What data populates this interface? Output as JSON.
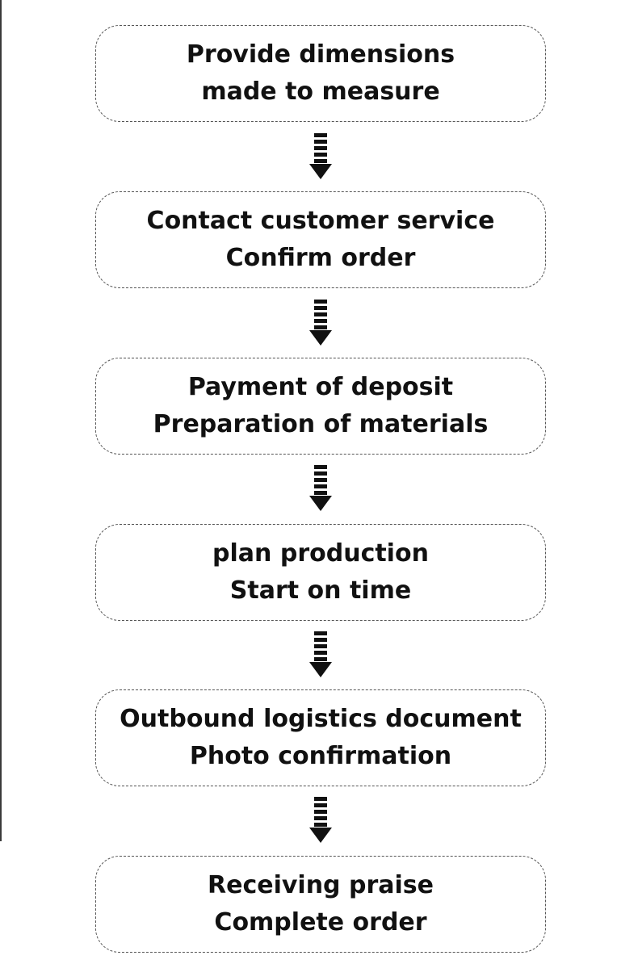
{
  "steps": [
    {
      "line1": "Provide dimensions",
      "line2": "made to measure"
    },
    {
      "line1": "Contact customer service",
      "line2": "Confirm order"
    },
    {
      "line1": "Payment of deposit",
      "line2": "Preparation of materials"
    },
    {
      "line1": "plan production",
      "line2": "Start on time"
    },
    {
      "line1": "Outbound logistics document",
      "line2": "Photo confirmation"
    },
    {
      "line1": "Receiving praise",
      "line2": "Complete order"
    }
  ],
  "colors": {
    "text": "#111111",
    "border": "#555555",
    "arrow": "#111111",
    "background": "#ffffff"
  },
  "icons": {
    "arrow": "dashed-down-arrow-icon"
  }
}
